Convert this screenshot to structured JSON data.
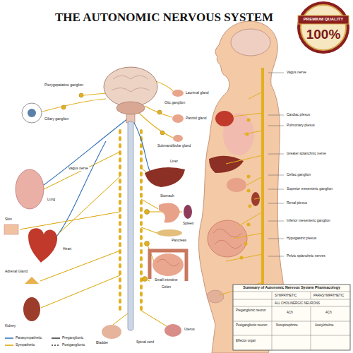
{
  "diagram": {
    "title": "THE AUTONOMIC NERVOUS SYSTEM",
    "nodes": [
      {
        "text": [
          "PREMIUM QUALITY",
          "100%"
        ]
      },
      {
        "text": [
          "Summary of Autonomic Nervous System Pharmacology"
        ]
      }
    ],
    "labels": [
      "Pterygopalatine ganglion",
      "Ciliary ganglion",
      "Lacrimal gland",
      "Otic ganglion",
      "Parotid gland",
      "Submandibular gland",
      "Lung",
      "Heart",
      "Skin",
      "Adrenal Gland",
      "Kidney",
      "Liver",
      "Stomach",
      "Spleen",
      "Pancreas",
      "Small intestine",
      "Colon",
      "Bladder",
      "Uterus",
      "Spinal cord",
      "Vagus nerve",
      "Vagus nerve",
      "Cardiac plexus",
      "Pulmonary plexus",
      "Greater splanchnic nerve",
      "Celiac ganglion",
      "Superior mesenteric ganglion",
      "Renal plexus",
      "Inferior mesenteric ganglion",
      "Hypogastric plexus",
      "Pelvic splanchnic nerves",
      "SYMPATHETIC",
      "PARASYMPATHETIC",
      "ALL CHOLINERGIC NEURONS",
      "Preganglionic neuron",
      "ACh",
      "ACh",
      "Postganglionic neuron",
      "Norepinephrine",
      "Acetylcholine",
      "Effector organ"
    ],
    "legend": [
      {
        "text": "Parasympathetic"
      },
      {
        "text": "Sympathetic"
      },
      {
        "text": "Preganglionic"
      },
      {
        "text": "Postganglionic"
      }
    ]
  }
}
